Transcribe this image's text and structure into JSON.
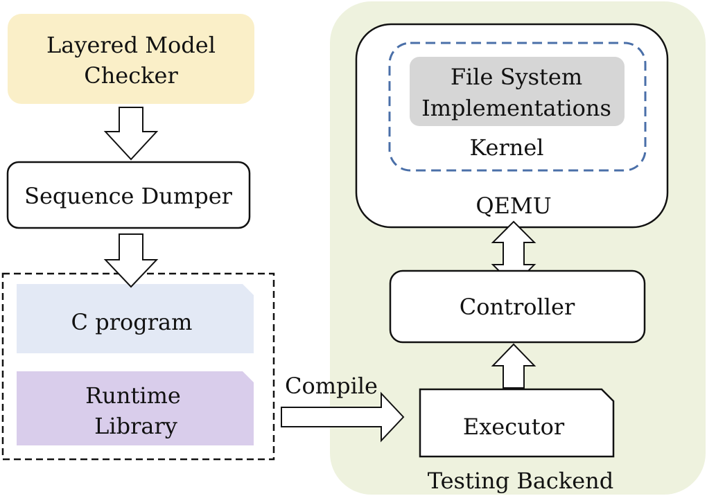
{
  "nodes": {
    "model_checker": {
      "line1": "Layered Model",
      "line2": "Checker",
      "fill": "#faefc8"
    },
    "sequence_dumper": {
      "label": "Sequence Dumper"
    },
    "c_program": {
      "label": "C program",
      "fill": "#e3e9f5"
    },
    "runtime_library": {
      "line1": "Runtime",
      "line2": "Library",
      "fill": "#d9cdeb"
    },
    "compile": {
      "label": "Compile"
    },
    "testing_backend": {
      "label": "Testing Backend",
      "fill": "#eef2de"
    },
    "qemu": {
      "label": "QEMU"
    },
    "kernel": {
      "label": "Kernel",
      "border": "#4a6fa8"
    },
    "file_system": {
      "line1": "File System",
      "line2": "Implementations",
      "fill": "#d6d6d6"
    },
    "controller": {
      "label": "Controller"
    },
    "executor": {
      "label": "Executor"
    }
  }
}
